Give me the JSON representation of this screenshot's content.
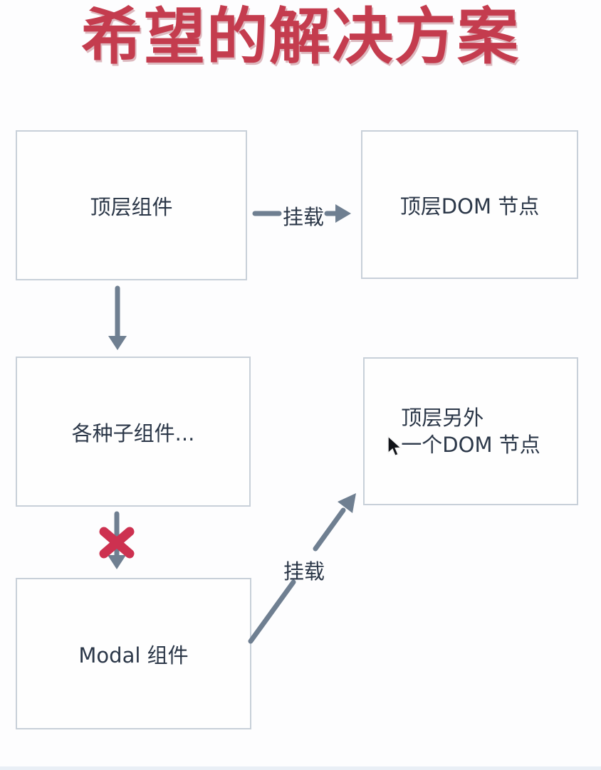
{
  "title": "希望的解决方案",
  "nodes": {
    "top_component": {
      "label": "顶层组件"
    },
    "top_dom_node": {
      "label": "顶层DOM 节点"
    },
    "child_components": {
      "label": "各种子组件..."
    },
    "another_dom_node": {
      "line1": "顶层另外",
      "line2": "一个DOM 节点"
    },
    "modal_component": {
      "label": "Modal 组件"
    }
  },
  "edges": {
    "mount_top": {
      "label": "挂载"
    },
    "mount_modal": {
      "label": "挂载"
    }
  },
  "colors": {
    "title_red": "#c43c4e",
    "node_text": "#2b3748",
    "node_border": "#c8d0d9",
    "arrow_gray": "#6f7f91",
    "cross_red": "#cd3150",
    "background": "#fdfdfe"
  }
}
